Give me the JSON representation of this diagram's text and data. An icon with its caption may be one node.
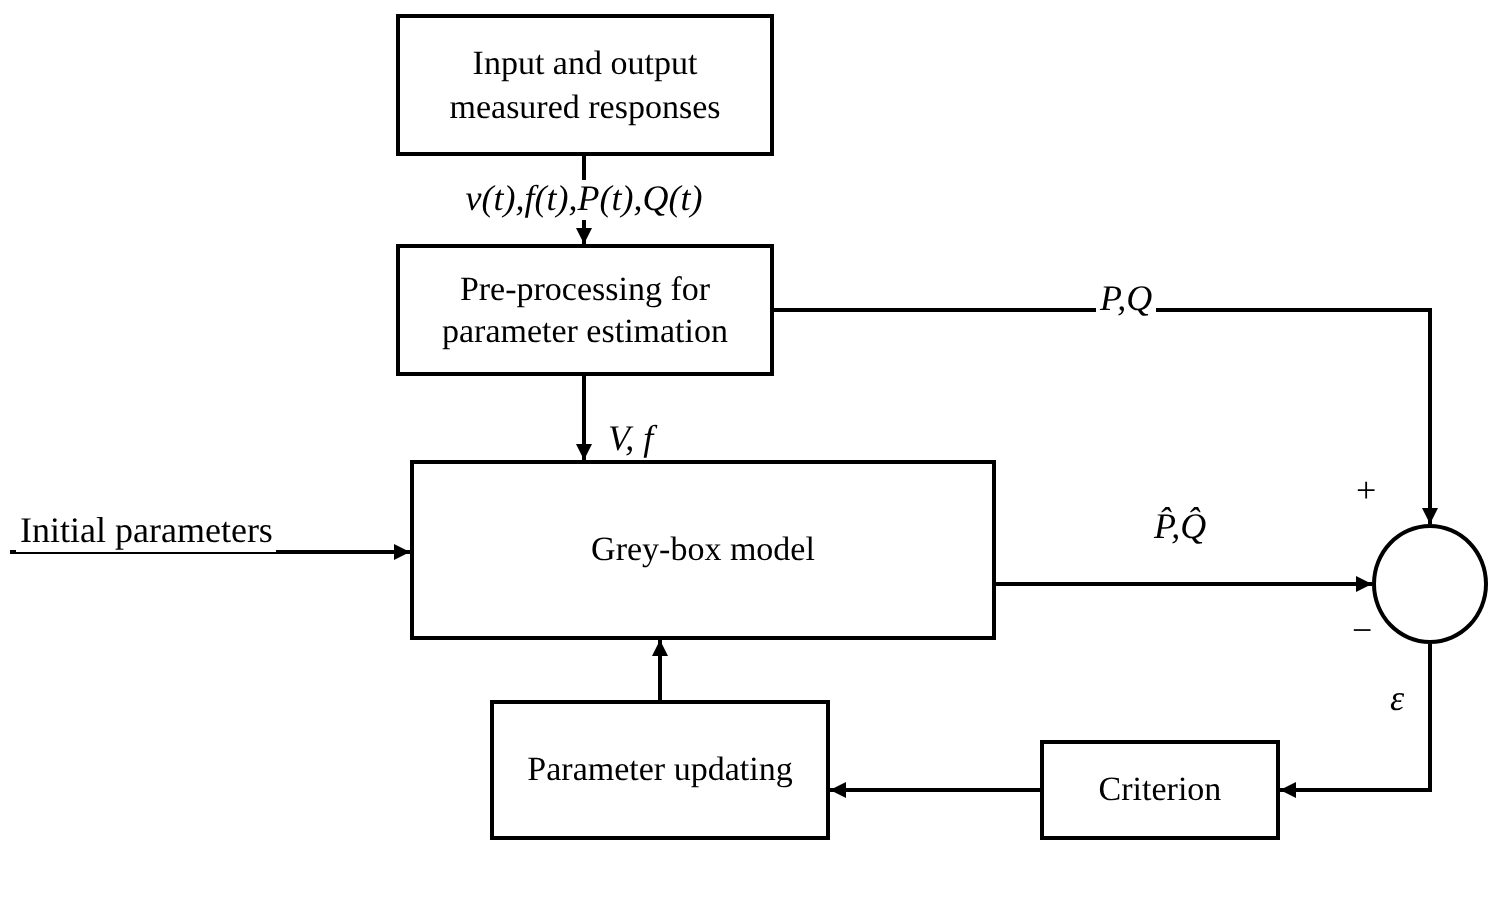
{
  "diagram": {
    "nodes": [
      {
        "text": [
          "Input and output measured responses"
        ]
      },
      {
        "text": [
          "Pre-processing for parameter estimation"
        ]
      },
      {
        "text": [
          "Grey-box model"
        ]
      },
      {
        "text": [
          "Parameter updating"
        ]
      },
      {
        "text": [
          "Criterion"
        ]
      },
      {
        "text": [],
        "shape": "circle"
      }
    ],
    "edges": [
      {
        "from": 0,
        "to": 1,
        "arrow": "to",
        "label": "v(t),f(t),P(t),Q(t)"
      },
      {
        "from": 1,
        "to": 5,
        "arrow": "to",
        "label": "P,Q"
      },
      {
        "from": 1,
        "to": 2,
        "arrow": "to",
        "label": "V, f"
      },
      {
        "from": 2,
        "to": 5,
        "arrow": "to",
        "label": "P̂,Q̂"
      },
      {
        "from": 5,
        "to": 4,
        "arrow": "to",
        "label": "ε"
      },
      {
        "from": 4,
        "to": 3,
        "arrow": "to"
      },
      {
        "from": 3,
        "to": 2,
        "arrow": "to"
      },
      {
        "from": null,
        "to": 2,
        "arrow": "to",
        "label": "Initial parameters"
      }
    ],
    "labels": [
      "+",
      "−"
    ]
  }
}
